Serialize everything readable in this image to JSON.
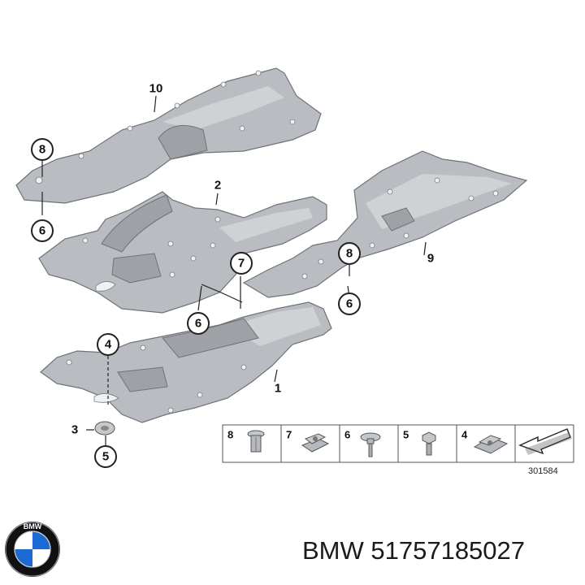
{
  "callouts": {
    "c10": "10",
    "c8a": "8",
    "c6a": "6",
    "c2": "2",
    "c7": "7",
    "c8b": "8",
    "c9": "9",
    "c6b": "6",
    "c6c": "6",
    "c4": "4",
    "c1": "1",
    "c3": "3",
    "c5": "5"
  },
  "legend": {
    "items": [
      "8",
      "7",
      "6",
      "5",
      "4"
    ],
    "diagram_id": "301584"
  },
  "caption": {
    "brand": "BMW",
    "part_number": "51757185027",
    "full": "BMW 51757185027"
  },
  "logo": {
    "letters": "BMW",
    "colors": {
      "blue": "#1c69d4",
      "black": "#111111",
      "white": "#ffffff"
    }
  }
}
